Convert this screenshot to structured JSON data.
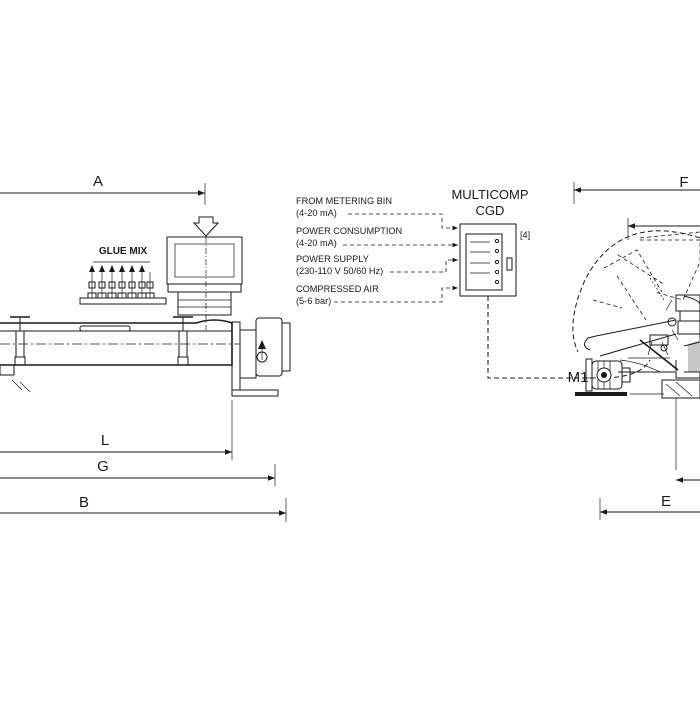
{
  "dimensions": {
    "a": "A",
    "b": "B",
    "g": "G",
    "l": "L",
    "f": "F",
    "e": "E"
  },
  "mixer": {
    "glue_mix": "GLUE MIX"
  },
  "controller": {
    "title_line1": "MULTICOMP",
    "title_line2": "CGD",
    "ref": "[4]"
  },
  "inputs": [
    {
      "line1": "FROM METERING BIN",
      "line2": "(4-20  mA)"
    },
    {
      "line1": "POWER CONSUMPTION",
      "line2": "(4-20  mA)"
    },
    {
      "line1": "POWER SUPPLY",
      "line2": "(230-110 V 50/60 Hz)"
    },
    {
      "line1": "COMPRESSED AIR",
      "line2": "(5-6 bar)"
    }
  ],
  "motor": {
    "label": "M1"
  }
}
